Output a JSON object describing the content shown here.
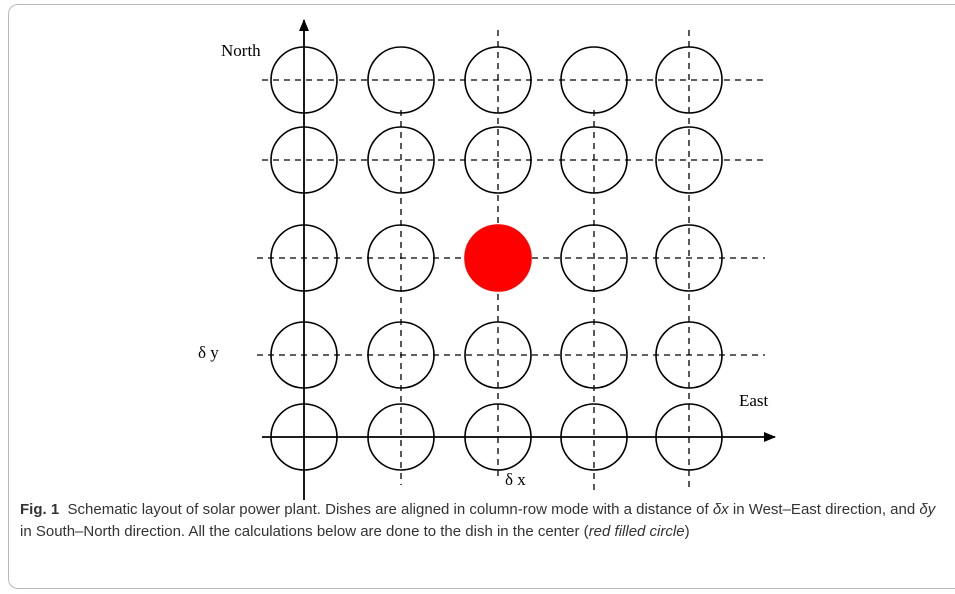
{
  "diagram": {
    "north_label": "North",
    "east_label": "East",
    "dx_label": "δ x",
    "dy_label": "δ y",
    "grid": {
      "columns": 5,
      "rows": 5,
      "highlight": {
        "row": 2,
        "col": 2
      }
    },
    "colors": {
      "highlight": "#ff0000",
      "stroke": "#000000"
    }
  },
  "caption": {
    "label": "Fig. 1",
    "text_1": "Schematic layout of solar power plant. Dishes are aligned in column-row mode with a distance of ",
    "dx": "δx",
    "text_2": " in West–East direction, and ",
    "dy": "δy",
    "text_3": " in South–North direction. All the calculations below are done to the dish in the center (",
    "note": "red filled circle",
    "text_4": ")"
  }
}
